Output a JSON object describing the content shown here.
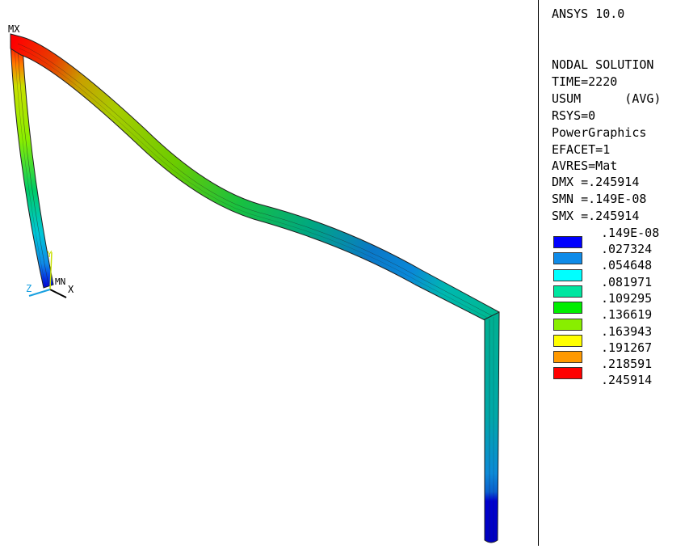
{
  "program": "ANSYS 10.0",
  "info_lines": [
    "NODAL SOLUTION",
    "TIME=2220",
    "USUM      (AVG)",
    "RSYS=0",
    "PowerGraphics",
    "EFACET=1",
    "AVRES=Mat",
    "DMX =.245914",
    "SMN =.149E-08",
    "SMX =.245914"
  ],
  "contour_min_label": ".149E-08",
  "legend": [
    {
      "value": ".027324",
      "color": "#0000ff"
    },
    {
      "value": ".054648",
      "color": "#0f8be8"
    },
    {
      "value": ".081971",
      "color": "#00ffff"
    },
    {
      "value": ".109295",
      "color": "#00e6a0"
    },
    {
      "value": ".136619",
      "color": "#00ee00"
    },
    {
      "value": ".163943",
      "color": "#88ee00"
    },
    {
      "value": ".191267",
      "color": "#ffff00"
    },
    {
      "value": ".218591",
      "color": "#ff9900"
    },
    {
      "value": ".245914",
      "color": "#ff0000"
    }
  ],
  "markers": {
    "max": "MX",
    "min": "MN"
  },
  "triad": {
    "x": "X",
    "y": "Y",
    "z": "Z"
  }
}
